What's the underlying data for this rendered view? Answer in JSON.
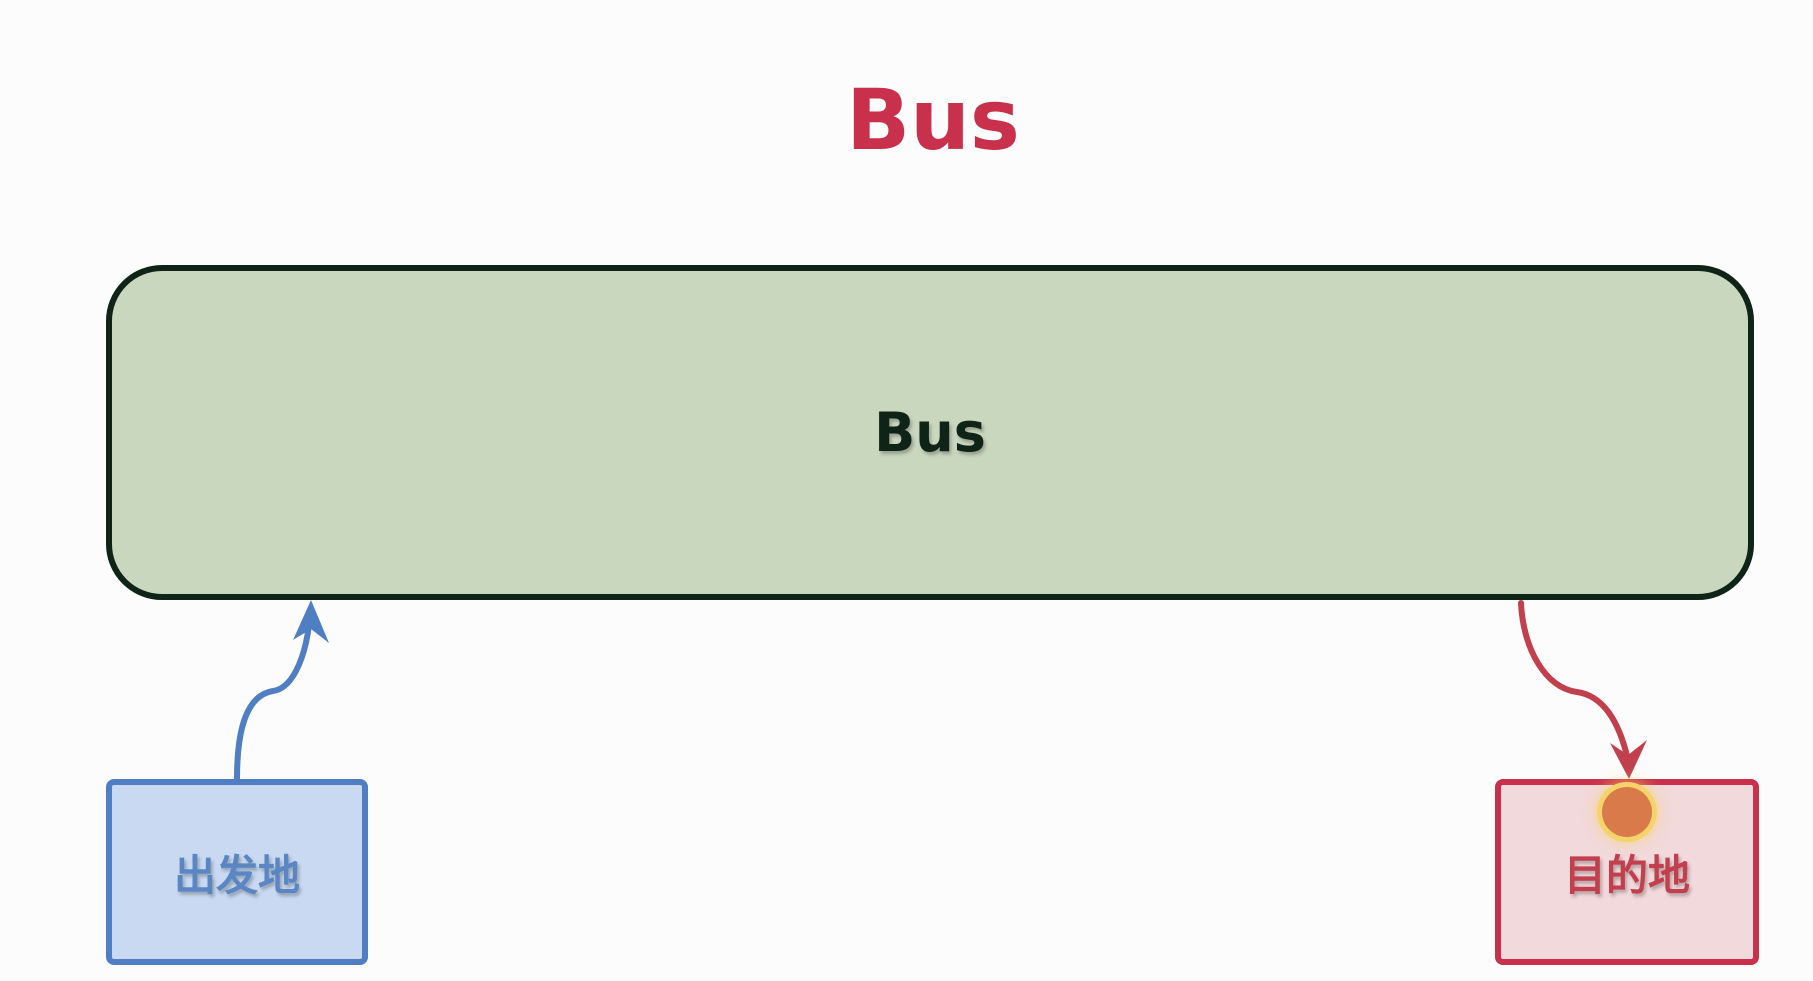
{
  "diagram": {
    "title": "Bus",
    "bus_label": "Bus",
    "source_label": "出发地",
    "destination_label": "目的地"
  },
  "colors": {
    "title": "#c8304c",
    "bus_fill": "#cad7bf",
    "bus_border": "#0f2416",
    "source_fill": "#c8d9f1",
    "source_border": "#4f7fc2",
    "source_arrow": "#4f7fc2",
    "dest_fill": "#f2d9db",
    "dest_border": "#c8304c",
    "dest_arrow": "#c2404e",
    "pointer": "#d97a4a"
  },
  "icons": {
    "source_arrow": "curved-arrow-up-icon",
    "dest_arrow": "curved-arrow-down-icon",
    "pointer": "cursor-highlight-icon"
  }
}
